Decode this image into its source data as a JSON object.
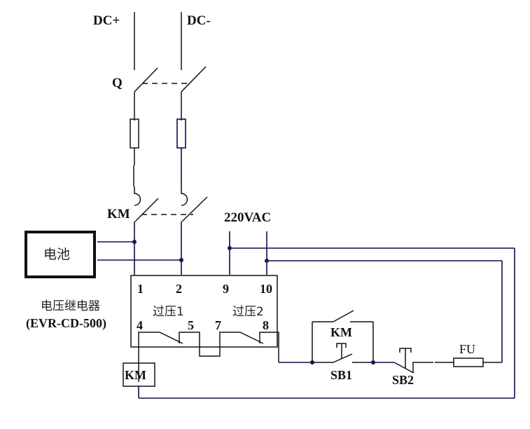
{
  "diagram": {
    "type": "electrical-schematic",
    "labels": {
      "dc_plus": "DC+",
      "dc_minus": "DC-",
      "breaker": "Q",
      "contactor_main": "KM",
      "ac_supply": "220VAC",
      "battery": "电池",
      "relay_name": "电压继电器",
      "relay_model": "(EVR-CD-500)",
      "relay_terminal_1": "1",
      "relay_terminal_2": "2",
      "relay_terminal_9": "9",
      "relay_terminal_10": "10",
      "relay_terminal_4": "4",
      "relay_terminal_5": "5",
      "relay_terminal_7": "7",
      "relay_terminal_8": "8",
      "overvoltage_1": "过压1",
      "overvoltage_2": "过压2",
      "km_aux_contact": "KM",
      "start_button": "SB1",
      "stop_button": "SB2",
      "fuse": "FU",
      "km_coil": "KM"
    },
    "colors": {
      "wire": "#0d0d4a",
      "junction": "#14145e",
      "symbol": "#111111"
    }
  }
}
